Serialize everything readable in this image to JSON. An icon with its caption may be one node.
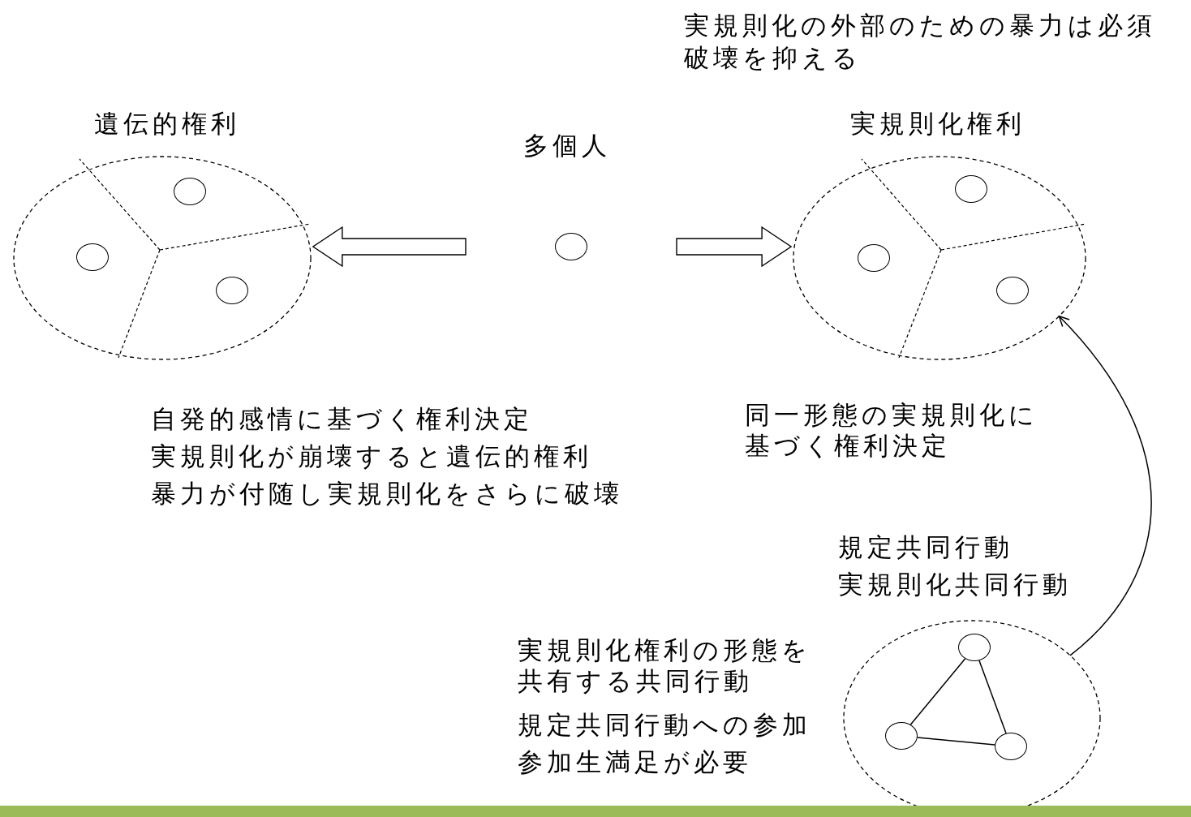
{
  "diagram": {
    "nodes": [
      {
        "text": [
          "遺伝的権利"
        ],
        "beside": [
          "自発的感情に基づく権利決定",
          "実規則化が崩壊すると遺伝的権利",
          "暴力が付随し実規則化をさらに破壊"
        ]
      },
      {
        "text": [],
        "shape": "circle",
        "in": 0
      },
      {
        "text": [],
        "shape": "circle",
        "in": 0
      },
      {
        "text": [],
        "shape": "circle",
        "in": 0
      },
      {
        "text": [
          "多個人"
        ]
      },
      {
        "text": [
          "実規則化権利"
        ],
        "beside": [
          "実規則化の外部のための暴力は必須",
          "破壊を抑える",
          "同一形態の実規則化に基づく権利決定"
        ]
      },
      {
        "text": [],
        "shape": "circle",
        "in": 5
      },
      {
        "text": [],
        "shape": "circle",
        "in": 5
      },
      {
        "text": [],
        "shape": "circle",
        "in": 5
      },
      {
        "text": [
          "規定共同行動",
          "実規則化共同行動"
        ],
        "beside": [
          "実規則化権利の形態を共有する共同行動",
          "規定共同行動への参加",
          "参加生満足が必要"
        ]
      },
      {
        "text": [],
        "shape": "circle",
        "in": 9
      },
      {
        "text": [],
        "shape": "circle",
        "in": 9
      },
      {
        "text": [],
        "shape": "circle",
        "in": 9
      }
    ],
    "edges": [
      {
        "from": 4,
        "to": 0,
        "arrow": "to"
      },
      {
        "from": 4,
        "to": 5,
        "arrow": "to"
      },
      {
        "from": 9,
        "to": 5,
        "arrow": "to"
      },
      {
        "from": 10,
        "to": 11,
        "arrow": "none"
      },
      {
        "from": 10,
        "to": 12,
        "arrow": "none"
      },
      {
        "from": 11,
        "to": 12,
        "arrow": "none"
      }
    ]
  }
}
